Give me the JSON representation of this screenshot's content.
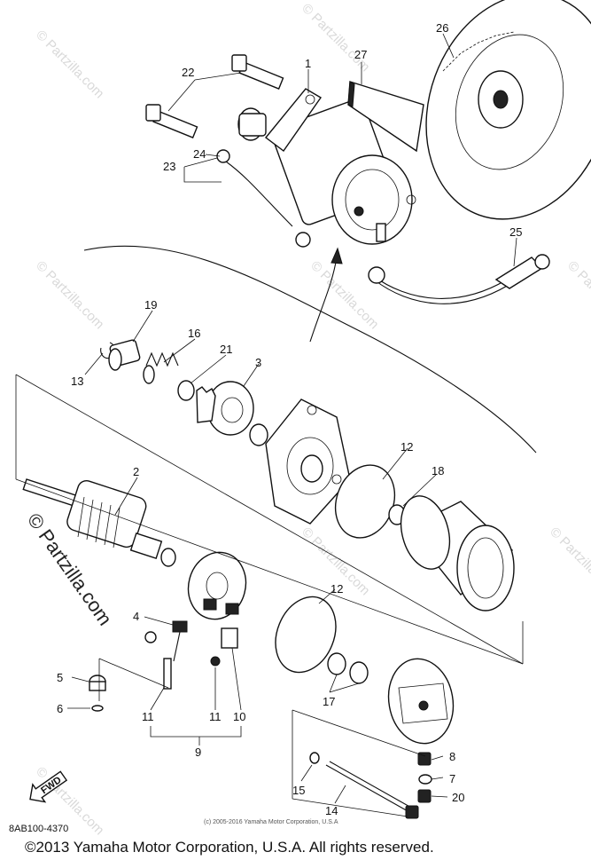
{
  "watermark": {
    "text": "© Partzilla.com",
    "side_text": "© Partzilla.com"
  },
  "callouts": {
    "c1": "1",
    "c2": "2",
    "c3": "3",
    "c4": "4",
    "c5": "5",
    "c6": "6",
    "c7": "7",
    "c8": "8",
    "c9": "9",
    "c10": "10",
    "c11a": "11",
    "c11b": "11",
    "c12a": "12",
    "c12b": "12",
    "c13": "13",
    "c14": "14",
    "c15": "15",
    "c16": "16",
    "c17": "17",
    "c18": "18",
    "c19": "19",
    "c20": "20",
    "c21": "21",
    "c22": "22",
    "c23": "23",
    "c24": "24",
    "c25": "25",
    "c26": "26",
    "c27": "27"
  },
  "fwd_label": "FWD",
  "diagram_code": "8AB100-4370",
  "small_copyright": "(c) 2005-2016 Yamaha Motor Corporation, U.S.A",
  "footer_copyright": "©2013 Yamaha Motor Corporation, U.S.A. All rights reserved."
}
